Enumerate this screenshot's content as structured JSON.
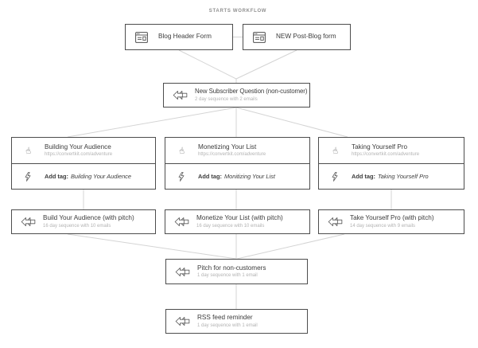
{
  "header": {
    "starts_workflow_label": "STARTS WORKFLOW"
  },
  "colors": {
    "background": "#ffffff",
    "node_border": "#4d4d4d",
    "connector_line": "#d4d4d4",
    "title_text": "#3c3c3c",
    "muted_text": "#b3b3b3",
    "label_text": "#8f8f8f"
  },
  "icons": {
    "form": "browser-form-icon",
    "sequence": "double-left-arrows-icon",
    "link": "pointing-hand-icon",
    "tag": "lightning-icon"
  },
  "nodes": {
    "forms": [
      {
        "title": "Blog Header Form"
      },
      {
        "title": "NEW Post-Blog form"
      }
    ],
    "subscriber_question": {
      "title": "New Subscriber Question (non-customer)",
      "subtitle": "2 day sequence with 2 emails"
    },
    "columns": [
      {
        "title": "Building Your Audience",
        "url": "https://convertkit.com/adventure",
        "tag_label": "Add tag:",
        "tag_value": "Building Your Audience"
      },
      {
        "title": "Monetizing Your List",
        "url": "https://convertkit.com/adventure",
        "tag_label": "Add tag:",
        "tag_value": "Monitizing Your List"
      },
      {
        "title": "Taking Yourself Pro",
        "url": "https://convertkit.com/adventure",
        "tag_label": "Add tag:",
        "tag_value": "Taking Yourself Pro"
      }
    ],
    "pitch_sequences": [
      {
        "title": "Build Your Audience (with pitch)",
        "subtitle": "16 day sequence with 10 emails"
      },
      {
        "title": "Monetize Your List (with pitch)",
        "subtitle": "16 day sequence with 10 emails"
      },
      {
        "title": "Take Yourself Pro (with pitch)",
        "subtitle": "14 day sequence with 9 emails"
      }
    ],
    "pitch_non_customers": {
      "title": "Pitch for non-customers",
      "subtitle": "1 day sequence with 1 email"
    },
    "rss_reminder": {
      "title": "RSS feed reminder",
      "subtitle": "1 day sequence with 1 email"
    }
  }
}
